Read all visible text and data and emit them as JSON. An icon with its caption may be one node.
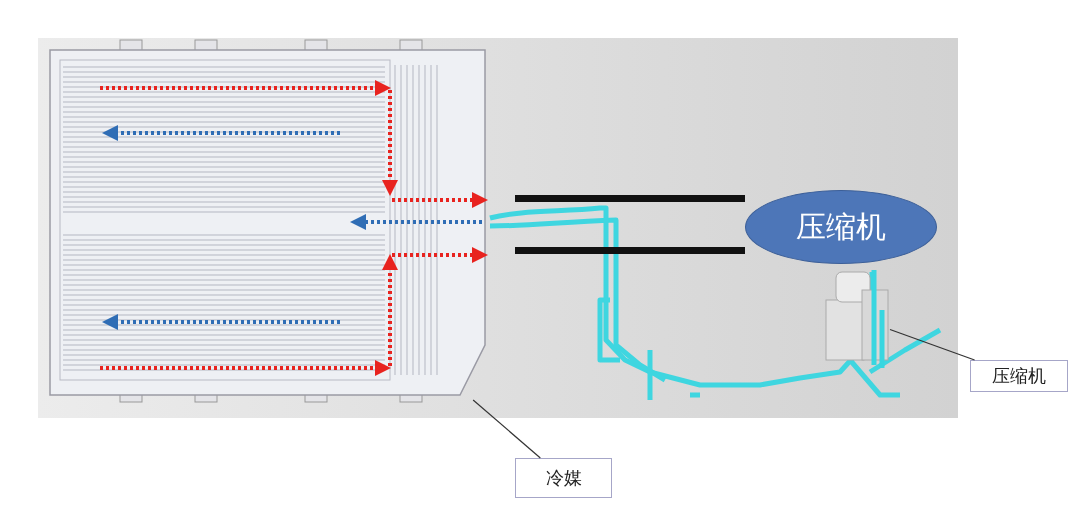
{
  "diagram": {
    "nodes": [
      {
        "text": [],
        "shape": "picture"
      },
      {
        "text": [
          "压缩机"
        ]
      },
      {
        "text": [],
        "shape": "picture"
      },
      {
        "text": [
          "压缩机"
        ]
      },
      {
        "text": [
          "冷媒"
        ]
      }
    ],
    "edges": [
      {
        "from": 3,
        "to": 2,
        "arrow": "none"
      },
      {
        "from": 4,
        "to": 0,
        "arrow": "none"
      }
    ]
  }
}
